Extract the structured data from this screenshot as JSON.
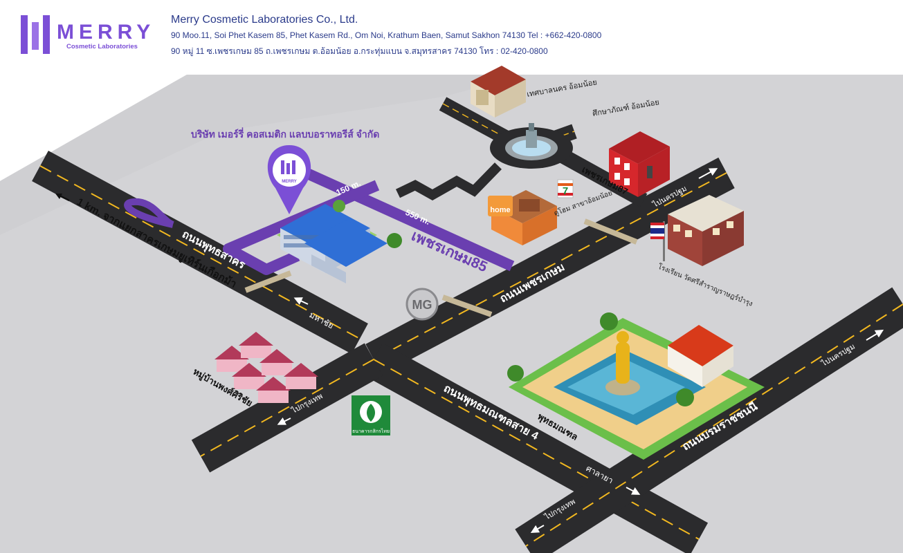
{
  "header": {
    "logo_word": "MERRY",
    "logo_sub": "Cosmetic Laboratories",
    "company_name": "Merry Cosmetic Laboratories Co., Ltd.",
    "address_en": "90 Moo.11, Soi Phet Kasem 85, Phet Kasem Rd., Om Noi, Krathum Baen, Samut Sakhon 74130 Tel : +662-420-0800",
    "address_th": "90 หมู่ 11 ซ.เพชรเกษม 85 ถ.เพชรเกษม ต.อ้อมน้อย อ.กระทุ่มแบน จ.สมุทรสาคร 74130 โทร : 02-420-0800"
  },
  "map": {
    "company_label": "บริษัท เมอร์รี่ คอสเมติก แลบบอราทอรีส์ จำกัด",
    "pin_logo_text": "MERRY",
    "distance_150": "150 m.",
    "distance_550": "550 m.",
    "soi_label": "เพชรเกษม85",
    "soi87_label": "เพชรเกษม87",
    "municipality": "เทศบาลนคร อ้อมน้อย",
    "museum": "ศึกษาภัณฑ์ อ้อมน้อย",
    "to_nakhon_pathom_1": "ไปนครปฐม",
    "to_nakhon_pathom_2": "ไปนครปฐม",
    "dohome": "ดูโฮม สาขาอ้อมน้อย",
    "dohome_sign": "home",
    "school": "โรงเรียน วัดศรีสำราญราษฎร์บำรุง",
    "petkasem_road": "ถนนเพชรเกษม",
    "phutthasakhon_road": "ถนนพุทธสาคร",
    "distance_1km": "1 km. จากแยกสาครเกษมยูเทิร์นเกือกม้า",
    "mahachai": "มหาชัย",
    "mg_label": "MG",
    "village": "หมู่บ้านพงศ์ศิริชัย",
    "to_bangkok_1": "ไปกรุงเทพ",
    "to_bangkok_2": "ไปกรุงเทพ",
    "kbank": "ธนาคารกสิกรไทย",
    "phutthamonthon_road": "ถนนพุทธมณฑลสาย 4",
    "phutthamonthon": "พุทธมณฑล",
    "borommaratchachonnani": "ถนนบรมราชชนนี",
    "salaya": "ศาลายา",
    "seven_eleven": "7"
  },
  "colors": {
    "brand_purple": "#7b4fd6",
    "route_purple": "#6a3fb0",
    "ground": "#d3d3d6",
    "road": "#2b2b2d",
    "road_line": "#f2b820"
  }
}
